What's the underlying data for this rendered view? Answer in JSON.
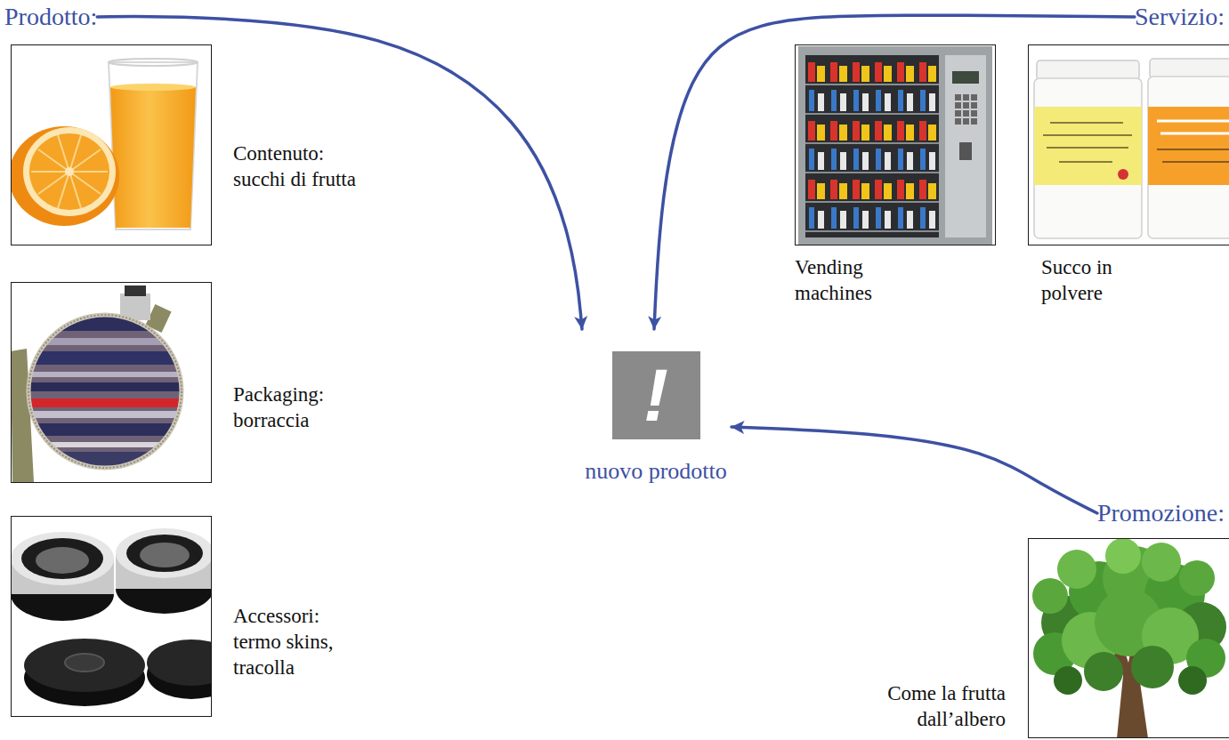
{
  "diagram": {
    "nodes": [
      {
        "text": [
          "Prodotto:"
        ]
      },
      {
        "text": [
          "Contenuto: succhi di frutta"
        ]
      },
      {
        "text": [
          "Packaging: borraccia"
        ]
      },
      {
        "text": [
          "Accessori: termo skins, tracolla"
        ]
      },
      {
        "text": [
          "Servizio:"
        ]
      },
      {
        "text": [
          "Vending machines"
        ]
      },
      {
        "text": [
          "Succo in polvere"
        ]
      },
      {
        "text": [
          "!",
          "nuovo prodotto"
        ]
      },
      {
        "text": [
          "Promozione:"
        ]
      },
      {
        "text": [
          "Come la frutta dall’albero"
        ]
      }
    ],
    "edges": [
      {
        "from": 0,
        "to": 7,
        "arrow": "to"
      },
      {
        "from": 4,
        "to": 7,
        "arrow": "to"
      },
      {
        "from": 8,
        "to": 7,
        "arrow": "to"
      }
    ]
  }
}
